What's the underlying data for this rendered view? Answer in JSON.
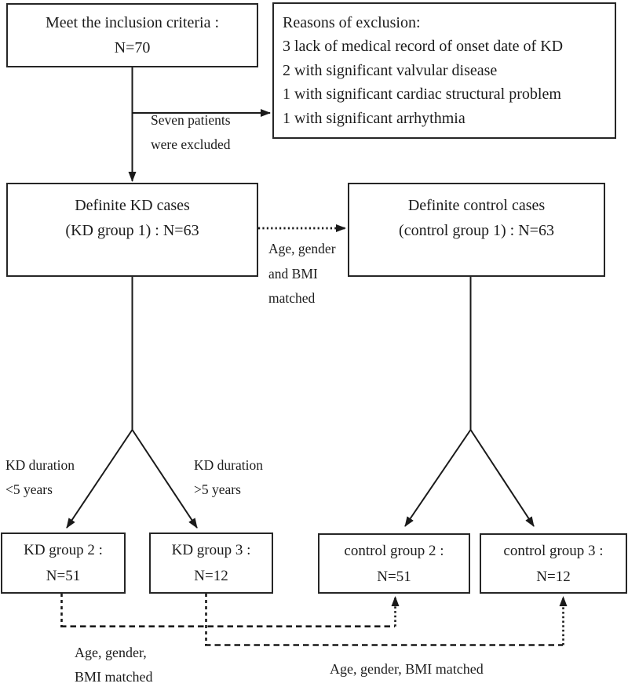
{
  "boxes": {
    "inclusion": {
      "lines": [
        "Meet the inclusion criteria :",
        "N=70"
      ]
    },
    "exclusion": {
      "lines": [
        "Reasons of exclusion:",
        "3 lack of medical record of onset date of KD",
        "2 with significant valvular disease",
        "1 with significant cardiac structural problem",
        "1 with significant arrhythmia"
      ]
    },
    "kd_group1": {
      "lines": [
        "Definite KD cases",
        "(KD group 1) : N=63"
      ]
    },
    "control_group1": {
      "lines": [
        "Definite control cases",
        "(control group 1) : N=63"
      ]
    },
    "kd_group2": {
      "lines": [
        "KD group 2 :",
        "N=51"
      ]
    },
    "kd_group3": {
      "lines": [
        "KD group 3 :",
        "N=12"
      ]
    },
    "control_group2": {
      "lines": [
        "control group 2 :",
        "N=51"
      ]
    },
    "control_group3": {
      "lines": [
        "control group 3 :",
        "N=12"
      ]
    }
  },
  "labels": {
    "excluded": {
      "lines": [
        "Seven patients",
        "were excluded"
      ]
    },
    "matched1": {
      "lines": [
        "Age, gender",
        "and BMI",
        "matched"
      ]
    },
    "duration_short": {
      "lines": [
        "KD duration",
        "<5 years"
      ]
    },
    "duration_long": {
      "lines": [
        "KD duration",
        ">5 years"
      ]
    },
    "matched2": {
      "lines": [
        "Age, gender,",
        "BMI matched"
      ]
    },
    "matched3": {
      "lines": [
        "Age, gender, BMI matched"
      ]
    }
  },
  "colors": {
    "line": "#1a1a1a",
    "text": "#1c1c1c",
    "box_border": "#262626",
    "background": "#ffffff"
  }
}
